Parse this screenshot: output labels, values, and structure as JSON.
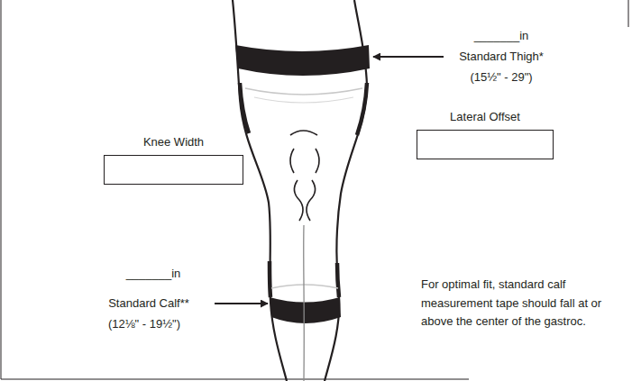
{
  "diagram": {
    "nodes": [
      {
        "text": [
          "Knee Width"
        ]
      },
      {
        "text": [
          "Lateral Offset"
        ]
      }
    ],
    "labels": [
      "_______in",
      "Standard Thigh*",
      "(15½\" - 29\")",
      "_______in",
      "Standard Calf**",
      "(12⅛\" - 19½\")",
      "For optimal fit, standard calf measurement tape should fall at or above the center of the gastroc."
    ]
  }
}
